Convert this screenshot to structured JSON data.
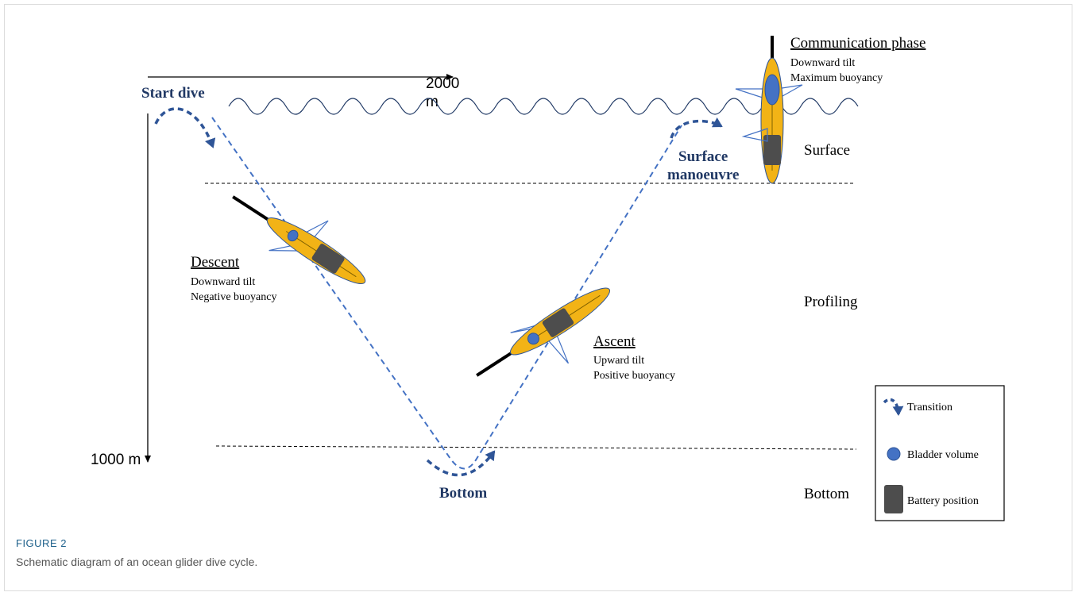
{
  "colors": {
    "arrow_blue": "#2f5597",
    "label_navy": "#203864",
    "dashed_path": "#4472c4",
    "glider_yellow": "#f2b316",
    "battery_grey": "#4d4d4d",
    "bladder_blue": "#4472c4",
    "wave": "#1f3864",
    "caption_label": "#1c5f8a",
    "caption_text": "#555555"
  },
  "axes": {
    "horizontal_label": "2000",
    "horizontal_unit": "m",
    "vertical_label": "1000 m"
  },
  "transitions": {
    "start_dive": "Start dive",
    "surface_line1": "Surface",
    "surface_line2": "manoeuvre",
    "bottom": "Bottom"
  },
  "phases": {
    "communication": {
      "title": "Communication phase",
      "line1": "Downward tilt",
      "line2": "Maximum buoyancy"
    },
    "descent": {
      "title": "Descent",
      "line1": "Downward tilt",
      "line2": "Negative buoyancy"
    },
    "ascent": {
      "title": "Ascent",
      "line1": "Upward tilt",
      "line2": "Positive buoyancy"
    }
  },
  "zones": {
    "surface": "Surface",
    "profiling": "Profiling",
    "bottom": "Bottom"
  },
  "legend": {
    "transition": "Transition",
    "bladder": "Bladder volume",
    "battery": "Battery position"
  },
  "caption": {
    "label": "FIGURE 2",
    "text": "Schematic diagram of an ocean glider dive cycle."
  }
}
